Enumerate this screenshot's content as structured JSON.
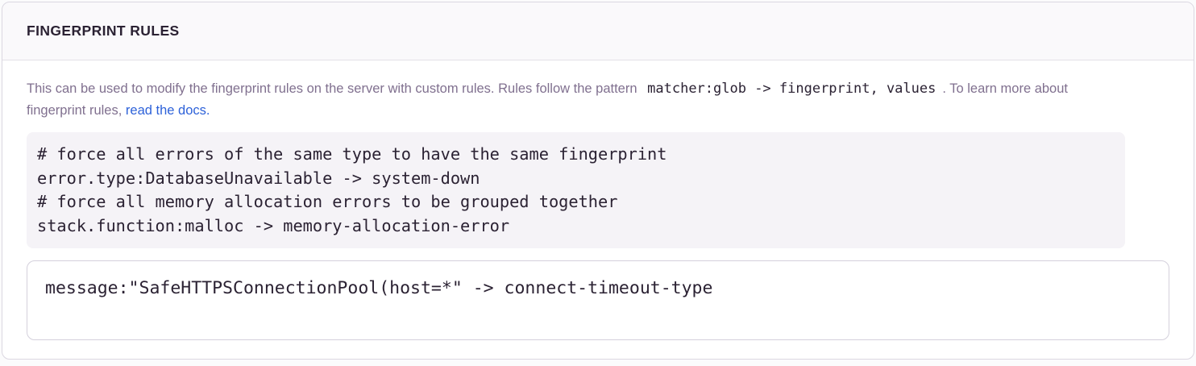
{
  "panel": {
    "title": "FINGERPRINT RULES"
  },
  "description": {
    "text_before": "This can be used to modify the fingerprint rules on the server with custom rules. Rules follow the pattern",
    "pattern_code": "matcher:glob -> fingerprint, values",
    "text_after": ". To learn more about fingerprint rules,",
    "link_text": "read the docs."
  },
  "example": {
    "lines": [
      "# force all errors of the same type to have the same fingerprint",
      "error.type:DatabaseUnavailable -> system-down",
      "# force all memory allocation errors to be grouped together",
      "stack.function:malloc -> memory-allocation-error"
    ]
  },
  "editor": {
    "value": "message:\"SafeHTTPSConnectionPool(host=*\" -> connect-timeout-type"
  },
  "colors": {
    "heading": "#2b2233",
    "body_text": "#80708f",
    "link_blue": "#2e62d9",
    "code_background": "#f5f3f7",
    "panel_border": "#dbd7e1"
  }
}
